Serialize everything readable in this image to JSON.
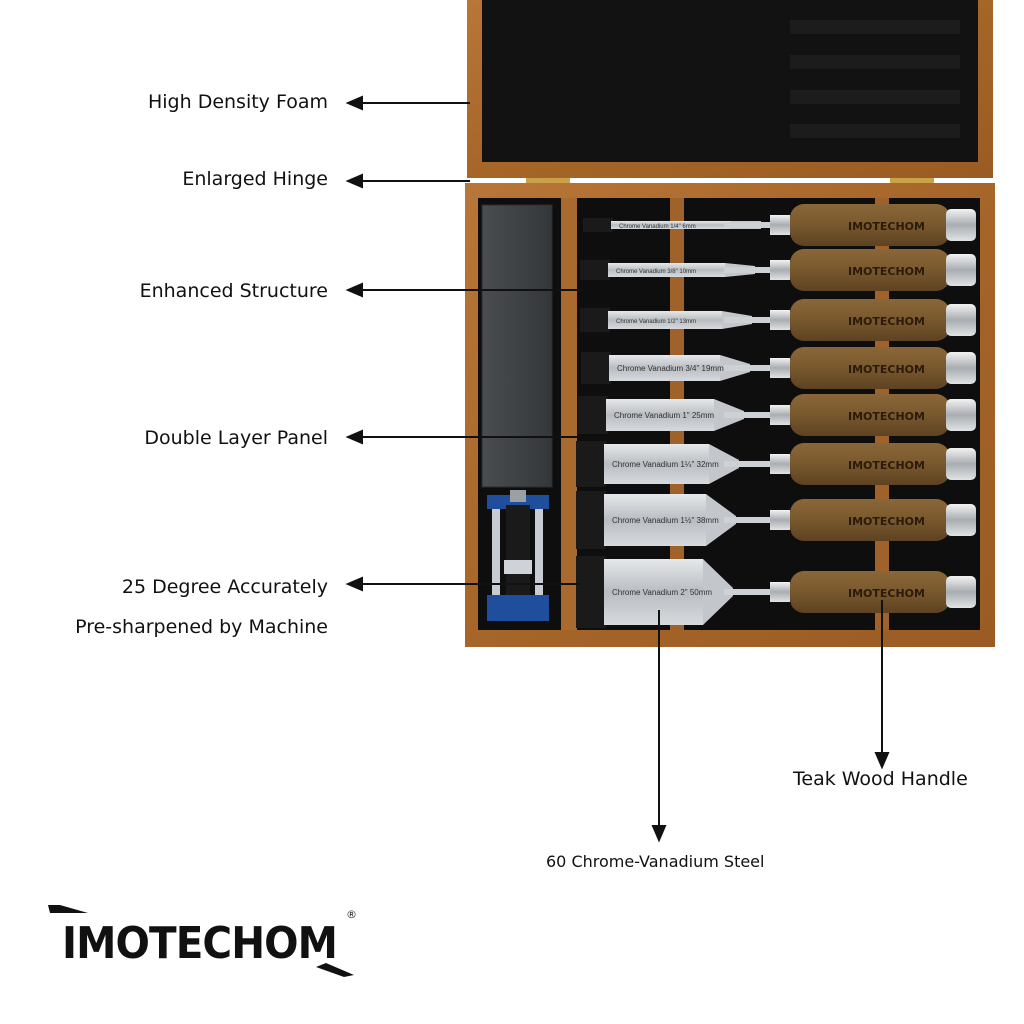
{
  "callouts": {
    "foam": "High Density Foam",
    "hinge": "Enlarged Hinge",
    "structure": "Enhanced Structure",
    "panel": "Double Layer Panel",
    "degree_line1": "25 Degree Accurately",
    "degree_line2": "Pre-sharpened by Machine",
    "teak": "Teak Wood Handle",
    "steel": "60 Chrome-Vanadium Steel"
  },
  "brand": {
    "name": "IMOTECHOM",
    "registered": "®"
  },
  "chisels": [
    {
      "blade_label": "Chrome Vanadium 1/4\"  6mm",
      "handle_brand": "IMOTECHOM"
    },
    {
      "blade_label": "Chrome Vanadium 3/8\"  10mm",
      "handle_brand": "IMOTECHOM"
    },
    {
      "blade_label": "Chrome Vanadium 1/2\"  13mm",
      "handle_brand": "IMOTECHOM"
    },
    {
      "blade_label": "Chrome Vanadium 3/4\"  19mm",
      "handle_brand": "IMOTECHOM"
    },
    {
      "blade_label": "Chrome Vanadium 1\"   25mm",
      "handle_brand": "IMOTECHOM"
    },
    {
      "blade_label": "Chrome Vanadium 1¼\"  32mm",
      "handle_brand": "IMOTECHOM"
    },
    {
      "blade_label": "Chrome Vanadium 1½\"  38mm",
      "handle_brand": "IMOTECHOM"
    },
    {
      "blade_label": "Chrome Vanadium 2\"   50mm",
      "handle_brand": "IMOTECHOM"
    }
  ],
  "colors": {
    "wood": "#a9692f",
    "wood_dark": "#7a4719",
    "foam": "#141414",
    "handle": "#7b5a2f",
    "steel": "#c9ccd0",
    "guide_blue": "#1f4f9c",
    "stone": "#3a3d40"
  }
}
